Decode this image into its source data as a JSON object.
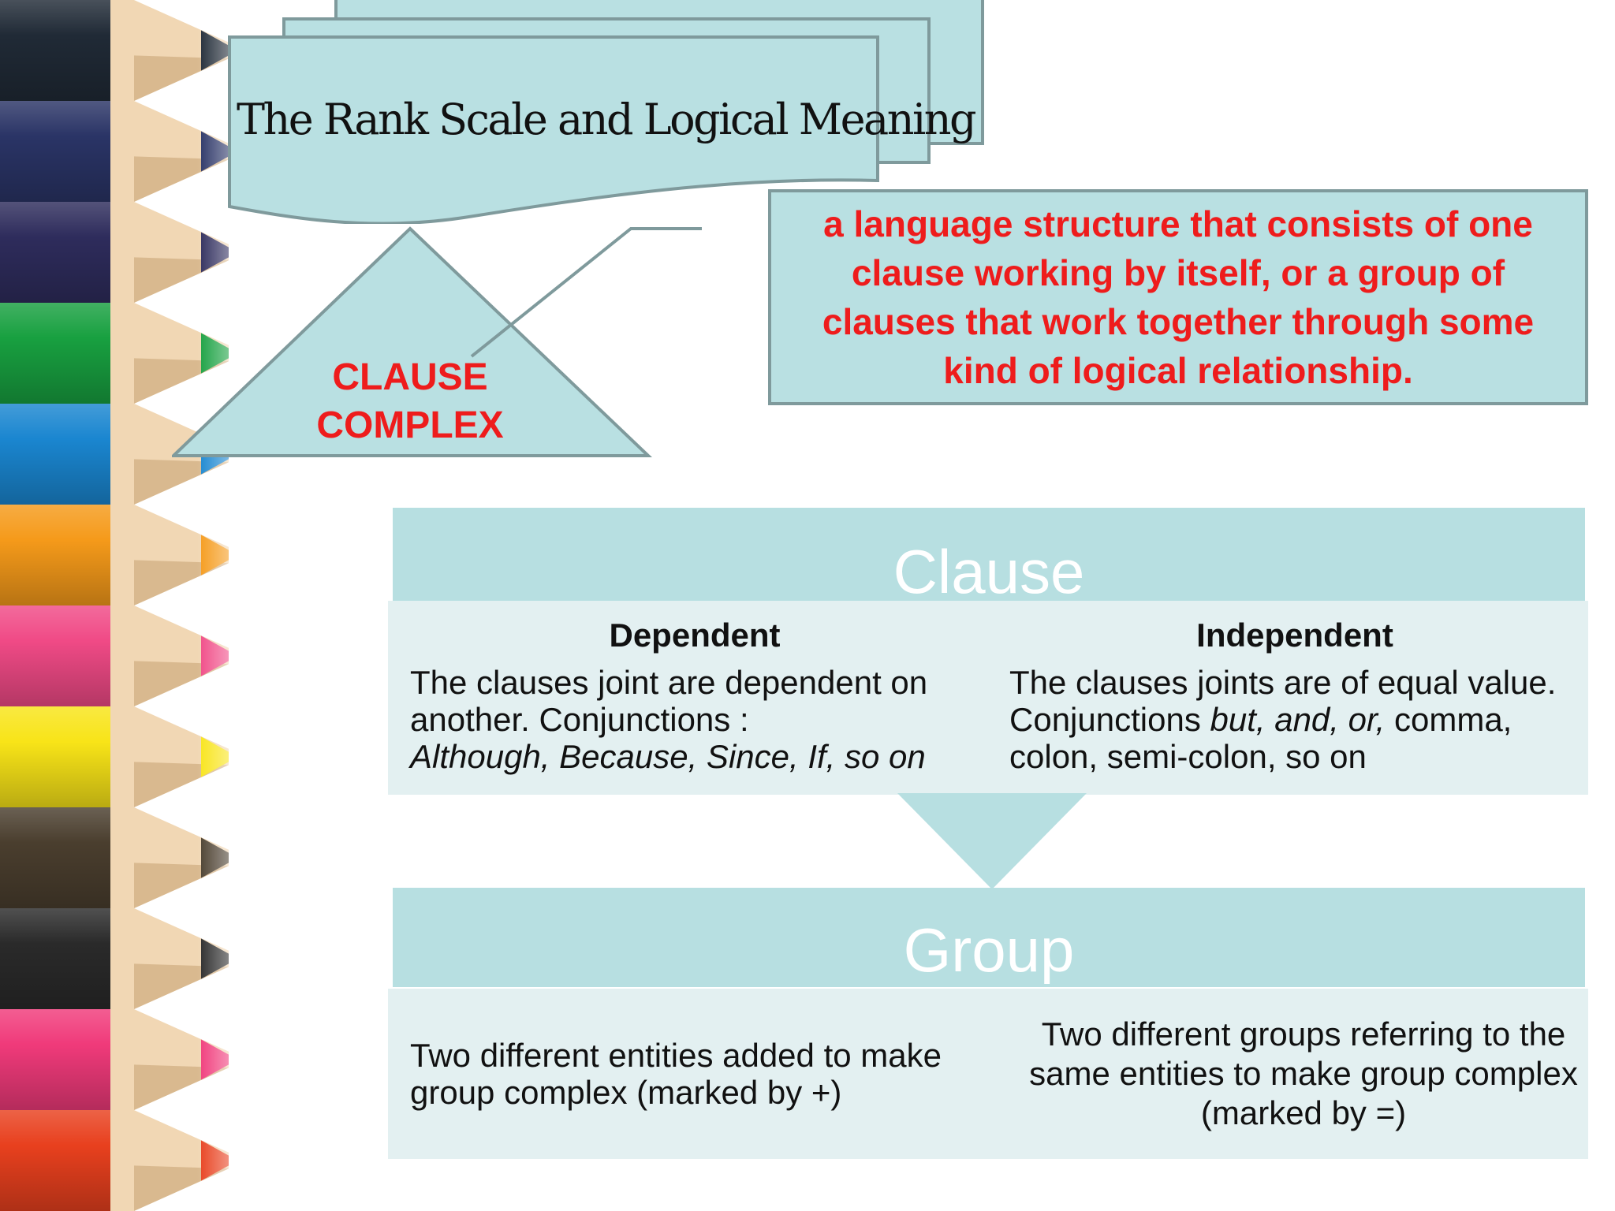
{
  "title": "The Rank Scale and Logical Meaning",
  "triangle": {
    "line1": "CLAUSE",
    "line2": "COMPLEX"
  },
  "definition": "a language structure that consists of one clause working by itself, or a group of clauses that work together through some kind of logical relationship.",
  "clause": {
    "header": "Clause",
    "dependent": {
      "heading": "Dependent",
      "text": "The clauses joint are dependent on another. Conjunctions :",
      "examples": "Although, Because, Since, If, so on"
    },
    "independent": {
      "heading": "Independent",
      "text_pre": "The clauses joints are of equal value. Conjunctions ",
      "examples": "but, and, or,",
      "text_post": " comma, colon, semi-colon, so on"
    }
  },
  "group": {
    "header": "Group",
    "left": "Two different entities added to make group complex (marked by +)",
    "right": "Two different groups referring to the same entities to make group complex (marked by =)"
  },
  "colors": {
    "accent_teal": "#b7dfe1",
    "light_teal": "#e3f0f1",
    "border": "#7f9a9c",
    "emphasis_red": "#ee1c1c"
  },
  "pencils": [
    "#202a36",
    "#2a3466",
    "#2e2c5c",
    "#18a040",
    "#1a86d0",
    "#f59a1a",
    "#f04a86",
    "#f8e418",
    "#4a3e2e",
    "#2a2a2a",
    "#f03a7a",
    "#e8401e"
  ]
}
